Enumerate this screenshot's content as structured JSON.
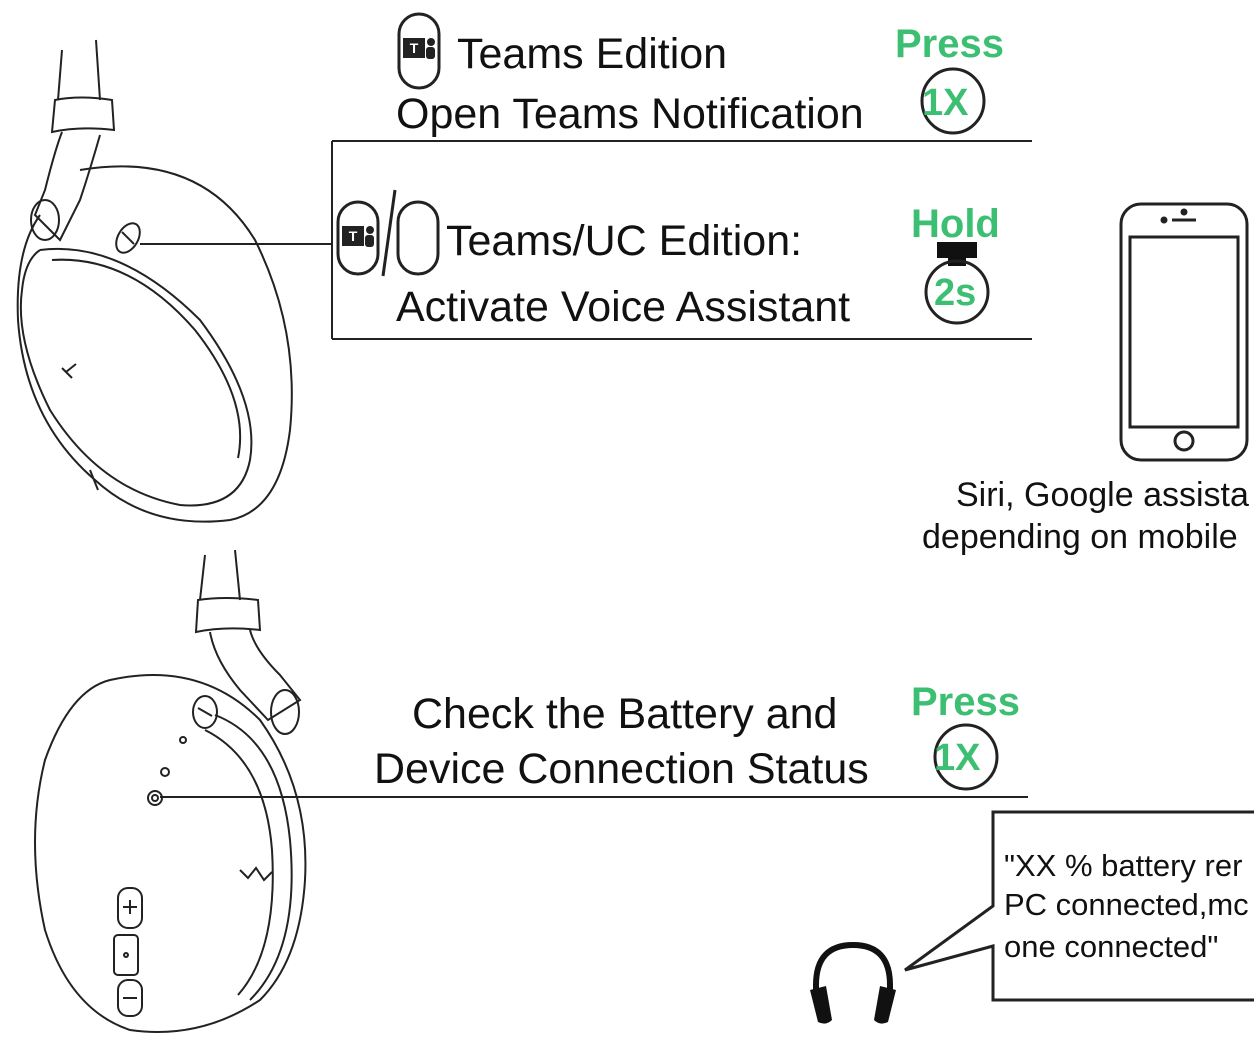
{
  "top_section": {
    "teams_edition_label": "Teams Edition",
    "open_notification_label": "Open Teams Notification",
    "press_label": "Press",
    "press_count": "1X",
    "uc_edition_label": "Teams/UC Edition:",
    "voice_assistant_label": "Activate Voice Assistant",
    "hold_label": "Hold",
    "hold_duration": "2s",
    "phone_note_line1": "Siri, Google assista",
    "phone_note_line2": "depending on mobile"
  },
  "bottom_section": {
    "check_line1": "Check the Battery and",
    "check_line2": "Device Connection Status",
    "press_label": "Press",
    "press_count": "1X",
    "speech_line1": "\"XX % battery rer",
    "speech_line2": "PC connected,mc",
    "speech_line3": "one connected\""
  },
  "colors": {
    "accent_green": "#3dbf73",
    "line": "#222222"
  },
  "icons": [
    "headset-illustration",
    "teams-button-icon",
    "uc-button-icon",
    "press-circle-icon",
    "hold-circle-icon",
    "smartphone-icon",
    "headphones-icon",
    "speech-bubble"
  ]
}
